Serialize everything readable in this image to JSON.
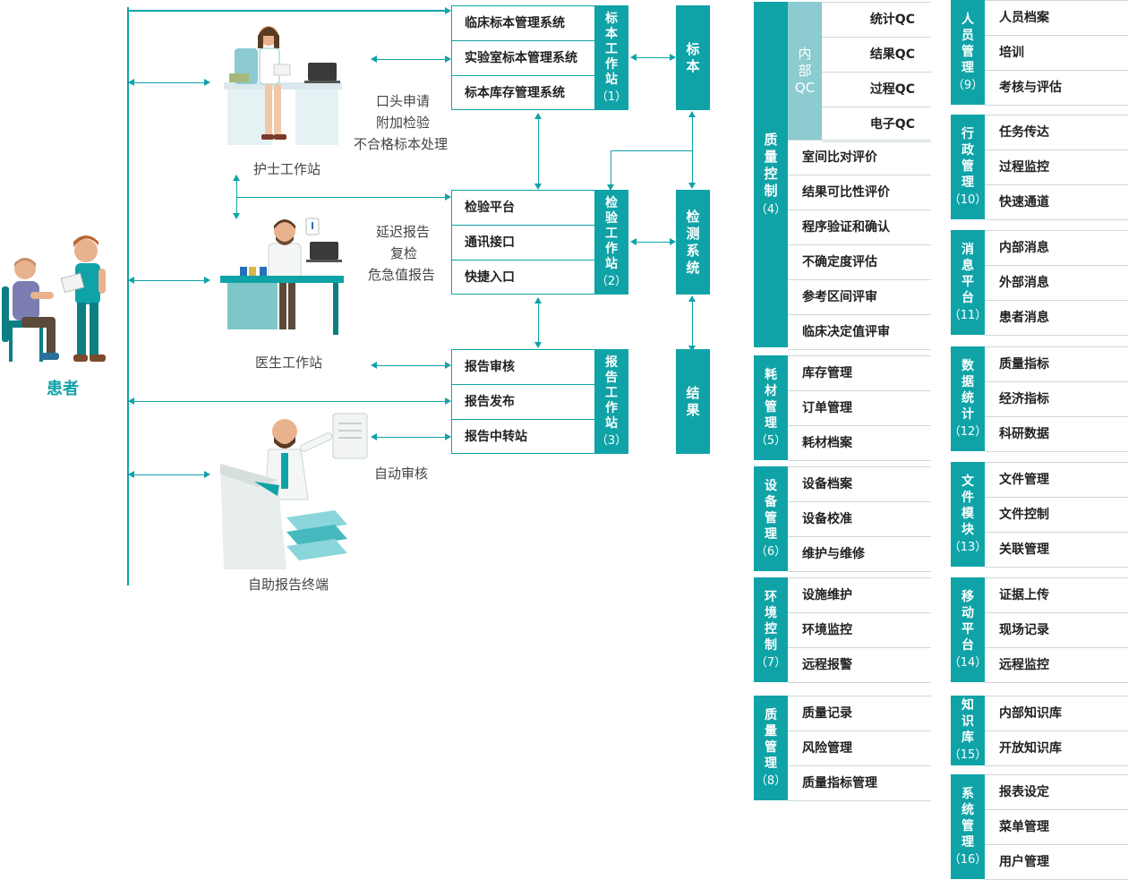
{
  "patient": {
    "label": "患者"
  },
  "stations": {
    "nurse": "护士工作站",
    "doctor": "医生工作站",
    "kiosk": "自助报告终端"
  },
  "notes": {
    "nurse_note": [
      "口头申请",
      "附加检验",
      "不合格标本处理"
    ],
    "doctor_note": [
      "延迟报告",
      "复检",
      "危急值报告"
    ],
    "kiosk_note": "自动审核"
  },
  "workstations": [
    {
      "id": "specimen",
      "title": [
        "标",
        "本",
        "工",
        "作",
        "站"
      ],
      "num": "（1）",
      "items": [
        "临床标本管理系统",
        "实验室标本管理系统",
        "标本库存管理系统"
      ]
    },
    {
      "id": "test",
      "title": [
        "检",
        "验",
        "工",
        "作",
        "站"
      ],
      "num": "（2）",
      "items": [
        "检验平台",
        "通讯接口",
        "快捷入口"
      ]
    },
    {
      "id": "report",
      "title": [
        "报",
        "告",
        "工",
        "作",
        "站"
      ],
      "num": "（3）",
      "items": [
        "报告审核",
        "报告发布",
        "报告中转站"
      ]
    }
  ],
  "flow": [
    {
      "id": "flow-specimen",
      "chars": [
        "标",
        "本"
      ]
    },
    {
      "id": "flow-detection",
      "chars": [
        "检",
        "测",
        "系",
        "统"
      ]
    },
    {
      "id": "flow-result",
      "chars": [
        "结",
        "果"
      ]
    }
  ],
  "qc": {
    "title": [
      "质",
      "量",
      "控",
      "制"
    ],
    "num": "（4）",
    "internal_title": [
      "内",
      "部",
      "QC"
    ],
    "internal_items": [
      "统计QC",
      "结果QC",
      "过程QC",
      "电子QC"
    ],
    "items": [
      "室间比对评价",
      "结果可比性评价",
      "程序验证和确认",
      "不确定度评估",
      "参考区间评审",
      "临床决定值评审"
    ]
  },
  "left_modules": [
    {
      "id": "consumables",
      "title": [
        "耗",
        "材",
        "管",
        "理"
      ],
      "num": "（5）",
      "items": [
        "库存管理",
        "订单管理",
        "耗材档案"
      ]
    },
    {
      "id": "equipment",
      "title": [
        "设",
        "备",
        "管",
        "理"
      ],
      "num": "（6）",
      "items": [
        "设备档案",
        "设备校准",
        "维护与维修"
      ]
    },
    {
      "id": "environment",
      "title": [
        "环",
        "境",
        "控",
        "制"
      ],
      "num": "（7）",
      "items": [
        "设施维护",
        "环境监控",
        "远程报警"
      ]
    },
    {
      "id": "quality-mgmt",
      "title": [
        "质",
        "量",
        "管",
        "理"
      ],
      "num": "（8）",
      "items": [
        "质量记录",
        "风险管理",
        "质量指标管理"
      ]
    }
  ],
  "right_modules": [
    {
      "id": "personnel",
      "title": [
        "人",
        "员",
        "管",
        "理"
      ],
      "num": "（9）",
      "items": [
        "人员档案",
        "培训",
        "考核与评估"
      ]
    },
    {
      "id": "admin",
      "title": [
        "行",
        "政",
        "管",
        "理"
      ],
      "num": "（10）",
      "items": [
        "任务传达",
        "过程监控",
        "快速通道"
      ]
    },
    {
      "id": "message",
      "title": [
        "消",
        "息",
        "平",
        "台"
      ],
      "num": "（11）",
      "items": [
        "内部消息",
        "外部消息",
        "患者消息"
      ]
    },
    {
      "id": "statistics",
      "title": [
        "数",
        "据",
        "统",
        "计"
      ],
      "num": "（12）",
      "items": [
        "质量指标",
        "经济指标",
        "科研数据"
      ]
    },
    {
      "id": "documents",
      "title": [
        "文",
        "件",
        "模",
        "块"
      ],
      "num": "（13）",
      "items": [
        "文件管理",
        "文件控制",
        "关联管理"
      ]
    },
    {
      "id": "mobile",
      "title": [
        "移",
        "动",
        "平",
        "台"
      ],
      "num": "（14）",
      "items": [
        "证据上传",
        "现场记录",
        "远程监控"
      ]
    },
    {
      "id": "knowledge",
      "title": [
        "知",
        "识",
        "库"
      ],
      "num": "（15）",
      "items": [
        "内部知识库",
        "开放知识库"
      ]
    },
    {
      "id": "system",
      "title": [
        "系",
        "统",
        "管",
        "理"
      ],
      "num": "（16）",
      "items": [
        "报表设定",
        "菜单管理",
        "用户管理"
      ]
    }
  ],
  "colors": {
    "teal": "#0fa3a7",
    "light_teal": "#8ccbd0"
  }
}
